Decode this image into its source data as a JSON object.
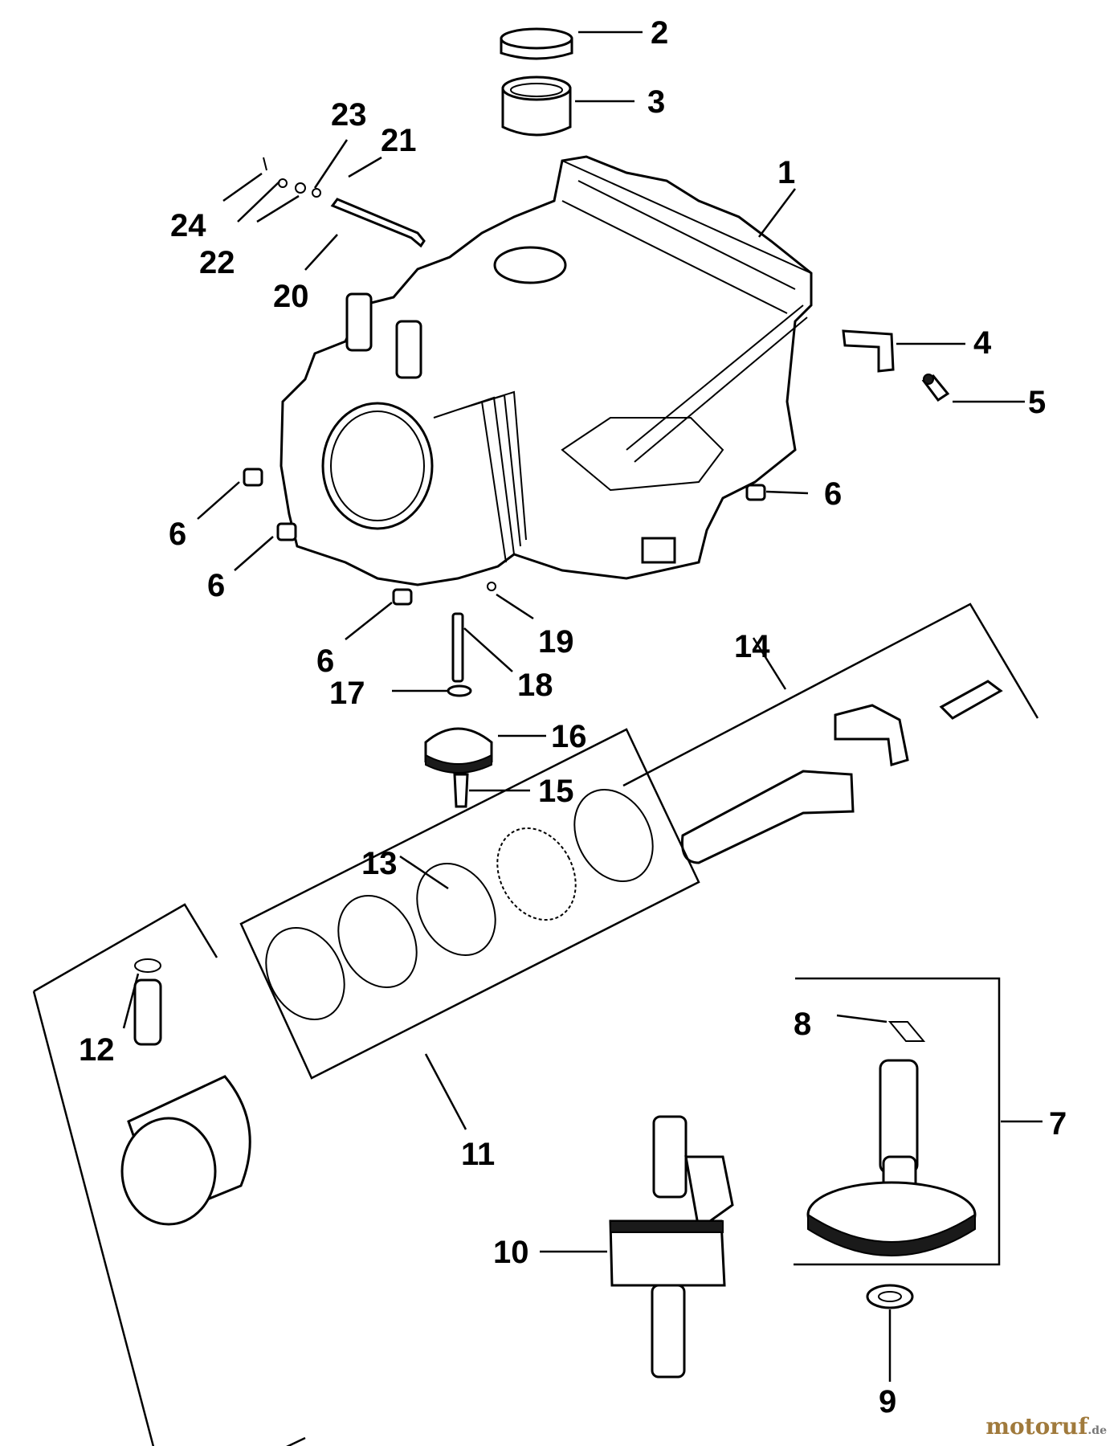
{
  "callouts": {
    "c1": "1",
    "c2": "2",
    "c3": "3",
    "c4": "4",
    "c5": "5",
    "c6a": "6",
    "c6b": "6",
    "c6c": "6",
    "c6d": "6",
    "c7": "7",
    "c8": "8",
    "c9": "9",
    "c10": "10",
    "c11": "11",
    "c12": "12",
    "c13": "13",
    "c14": "14",
    "c15": "15",
    "c16": "16",
    "c17": "17",
    "c18": "18",
    "c19": "19",
    "c20": "20",
    "c21": "21",
    "c22": "22",
    "c23": "23",
    "c24": "24"
  },
  "watermark": {
    "brand": "motoruf",
    "suffix": ".de"
  }
}
